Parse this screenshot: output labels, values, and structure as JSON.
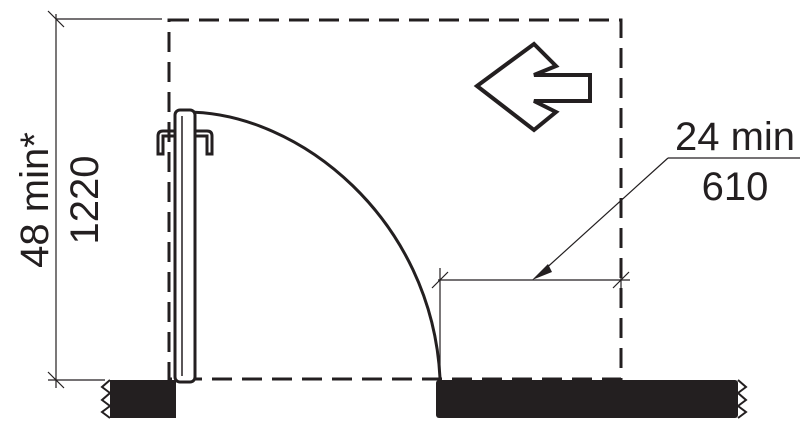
{
  "labels": {
    "vertical_imperial": "48 min*",
    "vertical_metric": "1220",
    "horizontal_imperial": "24 min",
    "horizontal_metric": "610"
  },
  "colors": {
    "ink": "#231f20",
    "background": "#ffffff"
  },
  "icons": {
    "direction_arrow": "arrow-left-icon"
  }
}
